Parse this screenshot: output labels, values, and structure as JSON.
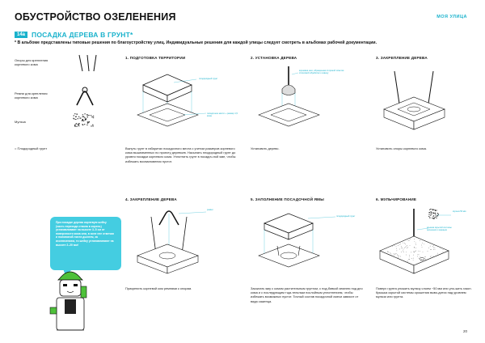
{
  "header": {
    "title": "ОБУСТРОЙСТВО ОЗЕЛЕНЕНИЯ",
    "brand": "МОЯ УЛИЦА"
  },
  "section": {
    "number": "14a",
    "title": "ПОСАДКА ДЕРЕВА В ГРУНТ*"
  },
  "note": "* В альбоме представлены типовые решения по благоустройству улиц. Индивидуальные решения для каждой улицы следует смотреть в альбомах рабочей документации.",
  "legend": [
    {
      "label": "Опоры для крепления корневого кома",
      "icon": "support-stakes-icon"
    },
    {
      "label": "Ремни для крепления корневого кома",
      "icon": "strap-icon"
    },
    {
      "label": "Мульча",
      "icon": "mulch-icon"
    },
    {
      "label": "= Плодородный грунт",
      "icon": ""
    }
  ],
  "steps": [
    {
      "title": "1. ПОДГОТОВКА ТЕРРИТОРИИ",
      "caption": "Вынуть грунт в габаритах посадочного места с учетом размеров корневого кома вышеименных по проекту деревьев. Насыпать плодородный грунт до уровня посадки корневого кома. Уплотнить грунт в посадоч-ной яме, чтобы избежать возникновения пустот.",
      "dims": [
        "плодородный грунт",
        "посадочное место + размер 1,5 кома"
      ]
    },
    {
      "title": "2. УСТАНОВКА ДЕРЕВА",
      "caption": "Установить дерево.",
      "dims": [
        "корневая шея, обращенная стороной отметки стволовой обработки к северу"
      ]
    },
    {
      "title": "3. ЗАКРЕПЛЕНИЕ ДЕРЕВА",
      "caption": "Установить опоры корневого кома.",
      "dims": []
    },
    {
      "title": "4. ЗАКРЕПЛЕНИЕ ДЕРЕВА",
      "caption": "Прикрепить корневой ком ремнями к опорам.",
      "dims": [
        "ремни"
      ]
    },
    {
      "title": "5. ЗАПОЛНЕНИЕ ПОСАДОЧНОЙ ЯМЫ",
      "caption": "Засыпать яму с комом растительным грунтом, с под-бивкой землею под дно кома и с последующим тща-тельным послойным уплотнением, чтобы избежать возможных пустот. Точный состав посадочной смеси зависит от вида саженца.",
      "dims": [
        "плодородный грунт"
      ]
    },
    {
      "title": "6. МУЛЬЧИРОВАНИЕ",
      "caption": "Поверх грунта уложить мульчу слоем ~50 мм или уло-жить газон. Крышка скрытой системы орошения выво-дится над уровнем мульчи или грунта.",
      "dims": [
        "мульча 50 мм",
        "крышка скрытой системы орошения и аэрации"
      ]
    }
  ],
  "tip": "При посадке дерева корневую шейку (часть перехода ствола в корень) устанавливают на высоте 3–5 см от поверхности кома или, в зоне нее отмечая и половиной листа дыхнем, за исключением, то шейку устанавливают на высоте 2–20 мм!",
  "page_number": "20",
  "colors": {
    "accent": "#19b2cc",
    "tip_bg": "#44cde1",
    "helmet": "#4ec13a"
  }
}
